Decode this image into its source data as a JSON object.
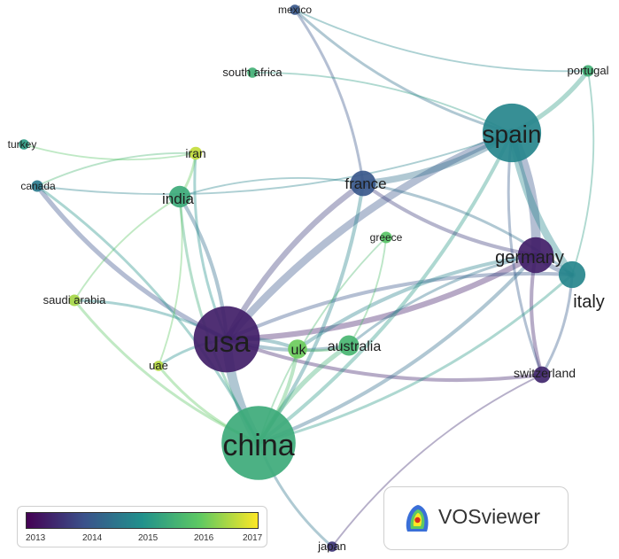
{
  "network": {
    "nodes": [
      {
        "id": "usa",
        "label": "usa",
        "weight": 5.2,
        "year": 2013.2
      },
      {
        "id": "china",
        "label": "china",
        "weight": 5.8,
        "year": 2015.5
      },
      {
        "id": "spain",
        "label": "spain",
        "weight": 4.6,
        "year": 2014.8
      },
      {
        "id": "germany",
        "label": "germany",
        "weight": 2.8,
        "year": 2013.2
      },
      {
        "id": "italy",
        "label": "italy",
        "weight": 2.1,
        "year": 2014.8
      },
      {
        "id": "france",
        "label": "france",
        "weight": 2.0,
        "year": 2014.0
      },
      {
        "id": "india",
        "label": "india",
        "weight": 1.7,
        "year": 2015.5
      },
      {
        "id": "australia",
        "label": "australia",
        "weight": 1.6,
        "year": 2015.7
      },
      {
        "id": "uk",
        "label": "uk",
        "weight": 1.5,
        "year": 2016.2
      },
      {
        "id": "switzerland",
        "label": "switzerland",
        "weight": 1.3,
        "year": 2013.3
      },
      {
        "id": "iran",
        "label": "iran",
        "weight": 1.0,
        "year": 2016.8
      },
      {
        "id": "greece",
        "label": "greece",
        "weight": 0.9,
        "year": 2016.0
      },
      {
        "id": "canada",
        "label": "canada",
        "weight": 0.9,
        "year": 2014.6
      },
      {
        "id": "saudi_arabia",
        "label": "saudi arabia",
        "weight": 0.9,
        "year": 2016.6
      },
      {
        "id": "uae",
        "label": "uae",
        "weight": 0.8,
        "year": 2016.7
      },
      {
        "id": "turkey",
        "label": "turkey",
        "weight": 0.8,
        "year": 2015.2
      },
      {
        "id": "south_africa",
        "label": "south africa",
        "weight": 0.8,
        "year": 2015.6
      },
      {
        "id": "mexico",
        "label": "mexico",
        "weight": 0.8,
        "year": 2014.0
      },
      {
        "id": "portugal",
        "label": "portugal",
        "weight": 0.9,
        "year": 2015.6
      },
      {
        "id": "japan",
        "label": "japan",
        "weight": 0.8,
        "year": 2013.5
      }
    ],
    "links": [
      {
        "s": "usa",
        "t": "china",
        "w": 9
      },
      {
        "s": "usa",
        "t": "spain",
        "w": 7
      },
      {
        "s": "usa",
        "t": "germany",
        "w": 5
      },
      {
        "s": "usa",
        "t": "france",
        "w": 5
      },
      {
        "s": "usa",
        "t": "india",
        "w": 3
      },
      {
        "s": "usa",
        "t": "uk",
        "w": 3
      },
      {
        "s": "usa",
        "t": "australia",
        "w": 3
      },
      {
        "s": "usa",
        "t": "canada",
        "w": 4
      },
      {
        "s": "usa",
        "t": "switzerland",
        "w": 3
      },
      {
        "s": "usa",
        "t": "italy",
        "w": 3
      },
      {
        "s": "usa",
        "t": "saudi_arabia",
        "w": 2
      },
      {
        "s": "usa",
        "t": "iran",
        "w": 2
      },
      {
        "s": "usa",
        "t": "uae",
        "w": 2
      },
      {
        "s": "spain",
        "t": "germany",
        "w": 9
      },
      {
        "s": "spain",
        "t": "italy",
        "w": 7
      },
      {
        "s": "spain",
        "t": "france",
        "w": 6
      },
      {
        "s": "spain",
        "t": "portugal",
        "w": 4
      },
      {
        "s": "spain",
        "t": "china",
        "w": 3
      },
      {
        "s": "spain",
        "t": "switzerland",
        "w": 2
      },
      {
        "s": "spain",
        "t": "mexico",
        "w": 2
      },
      {
        "s": "germany",
        "t": "italy",
        "w": 4
      },
      {
        "s": "germany",
        "t": "france",
        "w": 3
      },
      {
        "s": "germany",
        "t": "switzerland",
        "w": 3
      },
      {
        "s": "germany",
        "t": "china",
        "w": 3
      },
      {
        "s": "germany",
        "t": "uk",
        "w": 3
      },
      {
        "s": "france",
        "t": "china",
        "w": 3
      },
      {
        "s": "france",
        "t": "mexico",
        "w": 2
      },
      {
        "s": "france",
        "t": "italy",
        "w": 2
      },
      {
        "s": "france",
        "t": "india",
        "w": 1
      },
      {
        "s": "china",
        "t": "australia",
        "w": 4
      },
      {
        "s": "china",
        "t": "uk",
        "w": 3
      },
      {
        "s": "china",
        "t": "india",
        "w": 2
      },
      {
        "s": "china",
        "t": "canada",
        "w": 2
      },
      {
        "s": "china",
        "t": "saudi_arabia",
        "w": 2
      },
      {
        "s": "china",
        "t": "japan",
        "w": 2
      },
      {
        "s": "china",
        "t": "uae",
        "w": 2
      },
      {
        "s": "china",
        "t": "italy",
        "w": 2
      },
      {
        "s": "china",
        "t": "greece",
        "w": 1
      },
      {
        "s": "india",
        "t": "iran",
        "w": 2
      },
      {
        "s": "india",
        "t": "uae",
        "w": 1
      },
      {
        "s": "india",
        "t": "saudi_arabia",
        "w": 1
      },
      {
        "s": "australia",
        "t": "uk",
        "w": 2
      },
      {
        "s": "australia",
        "t": "greece",
        "w": 1
      },
      {
        "s": "australia",
        "t": "germany",
        "w": 2
      },
      {
        "s": "canada",
        "t": "spain",
        "w": 1
      },
      {
        "s": "canada",
        "t": "iran",
        "w": 1
      },
      {
        "s": "turkey",
        "t": "iran",
        "w": 1
      },
      {
        "s": "south_africa",
        "t": "spain",
        "w": 1
      },
      {
        "s": "mexico",
        "t": "portugal",
        "w": 1
      },
      {
        "s": "portugal",
        "t": "italy",
        "w": 1
      },
      {
        "s": "switzerland",
        "t": "italy",
        "w": 2
      },
      {
        "s": "japan",
        "t": "switzerland",
        "w": 1
      }
    ]
  },
  "legend": {
    "colors": [
      "#440154",
      "#3b528b",
      "#21918c",
      "#5ec962",
      "#fde725"
    ],
    "ticks": [
      "2013",
      "2014",
      "2015",
      "2016",
      "2017"
    ],
    "year_min": 2012.8,
    "year_max": 2017.2
  },
  "branding": {
    "logo_text": "VOSviewer"
  }
}
